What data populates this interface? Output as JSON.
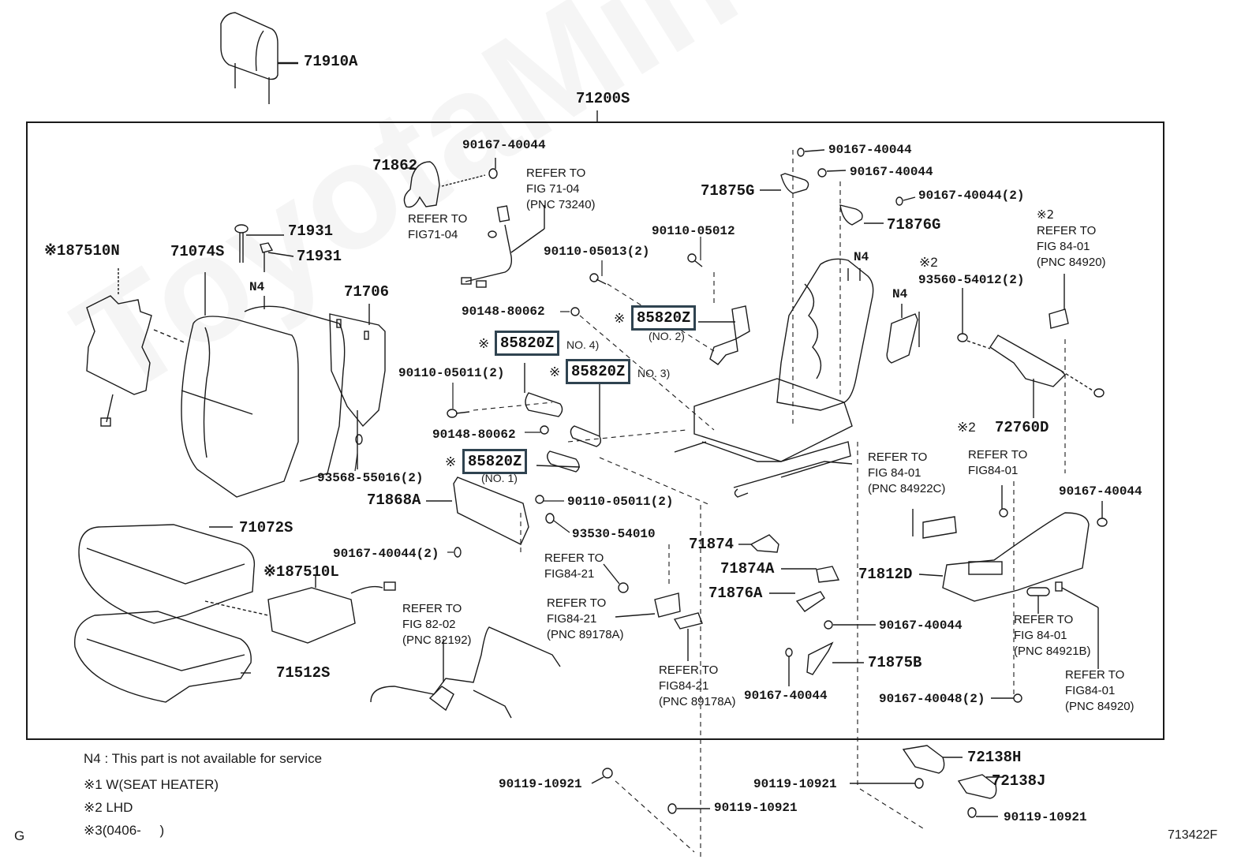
{
  "diagram": {
    "title_assembly": "71200S",
    "figure_code": "713422F",
    "corner_letter": "G",
    "watermark": "ToyotaMine.ru",
    "highlight_color": "#2f4350",
    "parts": {
      "headrest": "71910A",
      "seat_assembly": "71200S",
      "bolt_71862": "90167-40044",
      "shield_71862": "71862",
      "belt_refer": {
        "line1": "REFER TO",
        "line2": "FIG 71-04",
        "line3": "(PNC 73240)"
      },
      "shield_refer": {
        "line1": "REFER TO",
        "line2": "FIG71-04"
      },
      "guide_a": "71931",
      "guide_b": "71931",
      "heater_back": "※187510N",
      "back_cover": "71074S",
      "n4_back": "N4",
      "board_back": "71706",
      "screw_90110_05013": "90110-05013(2)",
      "screw_90110_05012": "90110-05012",
      "screw_90148_a": "90148-80062",
      "motor_no2": {
        "mark": "※",
        "pn": "85820Z",
        "sub": "(NO. 2)"
      },
      "motor_no4": {
        "mark": "※",
        "pn": "85820Z",
        "sub": "NO. 4)"
      },
      "motor_no3": {
        "mark": "※",
        "pn": "85820Z",
        "sub": "NO. 3)"
      },
      "motor_no1": {
        "mark": "※",
        "pn": "85820Z",
        "sub": "(NO. 1)"
      },
      "screw_90110_05011_a": "90110-05011(2)",
      "screw_90148_b": "90148-80062",
      "screw_93568": "93568-55016(2)",
      "shield_71868A": "71868A",
      "screw_90110_05011_b": "90110-05011(2)",
      "clip_93530": "93530-54010",
      "cushion_cover": "71072S",
      "screw_90167_2": "90167-40044(2)",
      "heater_cushion": "※187510L",
      "cushion_pad": "71512S",
      "harness_refer": {
        "line1": "REFER TO",
        "line2": "FIG 82-02",
        "line3": "(PNC 82192)"
      },
      "refer_84_21_a": {
        "line1": "REFER TO",
        "line2": "FIG84-21"
      },
      "refer_84_21_b": {
        "line1": "REFER TO",
        "line2": "FIG84-21",
        "line3": "(PNC 89178A)"
      },
      "refer_84_21_c": {
        "line1": "REFER TO",
        "line2": "FIG84-21",
        "line3": "(PNC 89178A)"
      },
      "cover_71874": "71874",
      "cover_71874A": "71874A",
      "cover_71876A": "71876A",
      "cover_71875B": "71875B",
      "bolt_90167_mid": "90167-40044",
      "bolt_90167_low": "90167-40044",
      "top_bolt_1": "90167-40044",
      "top_bolt_2": "90167-40044",
      "top_bolt_3": "90167-40044(2)",
      "cover_71875G": "71875G",
      "cover_71876G": "71876G",
      "n4_frame": "N4",
      "n4_side": "N4",
      "lhd_mark_a": "※2",
      "screw_93560": "93560-54012(2)",
      "lhd_refer": {
        "mark": "※2",
        "line1": "REFER TO",
        "line2": "FIG 84-01",
        "line3": "(PNC 84920)"
      },
      "panel_72760D": {
        "mark": "※2",
        "pn": "72760D"
      },
      "refer_84922C": {
        "line1": "REFER TO",
        "line2": "FIG 84-01",
        "line3": "(PNC 84922C)"
      },
      "refer_84_01": {
        "line1": "REFER TO",
        "line2": "FIG84-01"
      },
      "bolt_90167_right": "90167-40044",
      "shield_71812D": "71812D",
      "refer_84921B": {
        "line1": "REFER TO",
        "line2": "FIG 84-01",
        "line3": "(PNC 84921B)"
      },
      "refer_84920": {
        "line1": "REFER TO",
        "line2": "FIG84-01",
        "line3": "(PNC 84920)"
      },
      "screw_90167_40048": "90167-40048(2)",
      "cover_72138H": "72138H",
      "cover_72138J": "72138J",
      "bolt_90119_a": "90119-10921",
      "bolt_90119_b": "90119-10921",
      "bolt_90119_c": "90119-10921",
      "bolt_90119_d": "90119-10921"
    },
    "legend": {
      "n4": "N4 : This part is not available for service",
      "mark1": "※1 W(SEAT HEATER)",
      "mark2": "※2 LHD",
      "mark3": "※3(0406-     )"
    }
  }
}
